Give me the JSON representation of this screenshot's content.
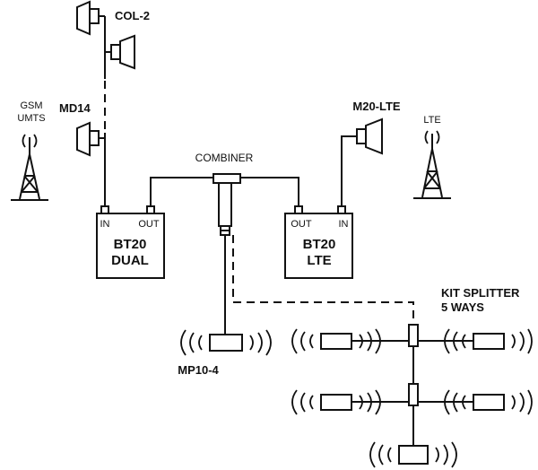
{
  "antennas": {
    "col2": "COL-2",
    "md14": "MD14",
    "m20lte": "M20-LTE"
  },
  "towers": {
    "gsm_line1": "GSM",
    "gsm_line2": "UMTS",
    "lte": "LTE"
  },
  "combiner": "COMBINER",
  "bt20_dual": {
    "in_label": "IN",
    "out_label": "OUT",
    "title_line1": "BT20",
    "title_line2": "DUAL"
  },
  "bt20_lte": {
    "out_label": "OUT",
    "in_label": "IN",
    "title_line1": "BT20",
    "title_line2": "LTE"
  },
  "mp10": "MP10-4",
  "splitter": {
    "line1": "KIT SPLITTER",
    "line2": "5 WAYS"
  }
}
